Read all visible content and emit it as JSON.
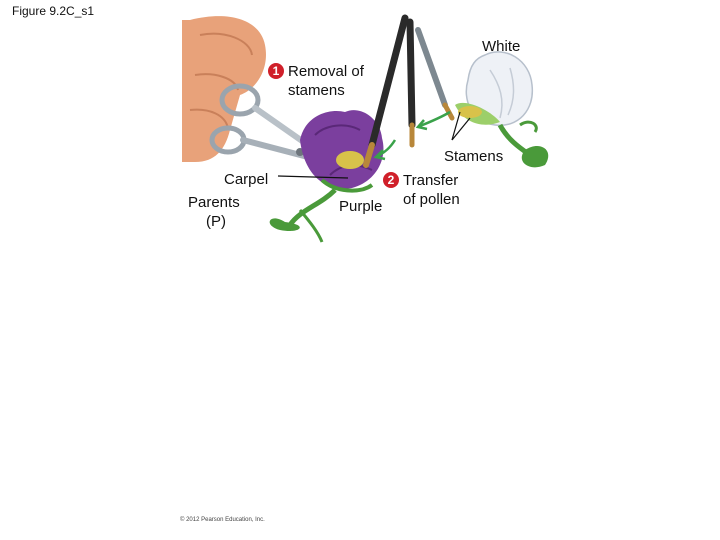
{
  "figure_title": "Figure 9.2C_s1",
  "labels": {
    "white": "White",
    "purple": "Purple",
    "stamens": "Stamens",
    "carpel": "Carpel",
    "parents_line1": "Parents",
    "parents_line2": "(P)"
  },
  "steps": [
    {
      "number": "1",
      "line1": "Removal of",
      "line2": "stamens"
    },
    {
      "number": "2",
      "line1": "Transfer",
      "line2": "of pollen"
    }
  ],
  "copyright": "© 2012 Pearson Education, Inc.",
  "colors": {
    "purple_flower": "#7b3f9e",
    "white_flower": "#eef1f6",
    "stem_green": "#4a9a3a",
    "arrow_green": "#3aa24a",
    "hand": "#e8a27a",
    "step_badge": "#d0202a"
  }
}
